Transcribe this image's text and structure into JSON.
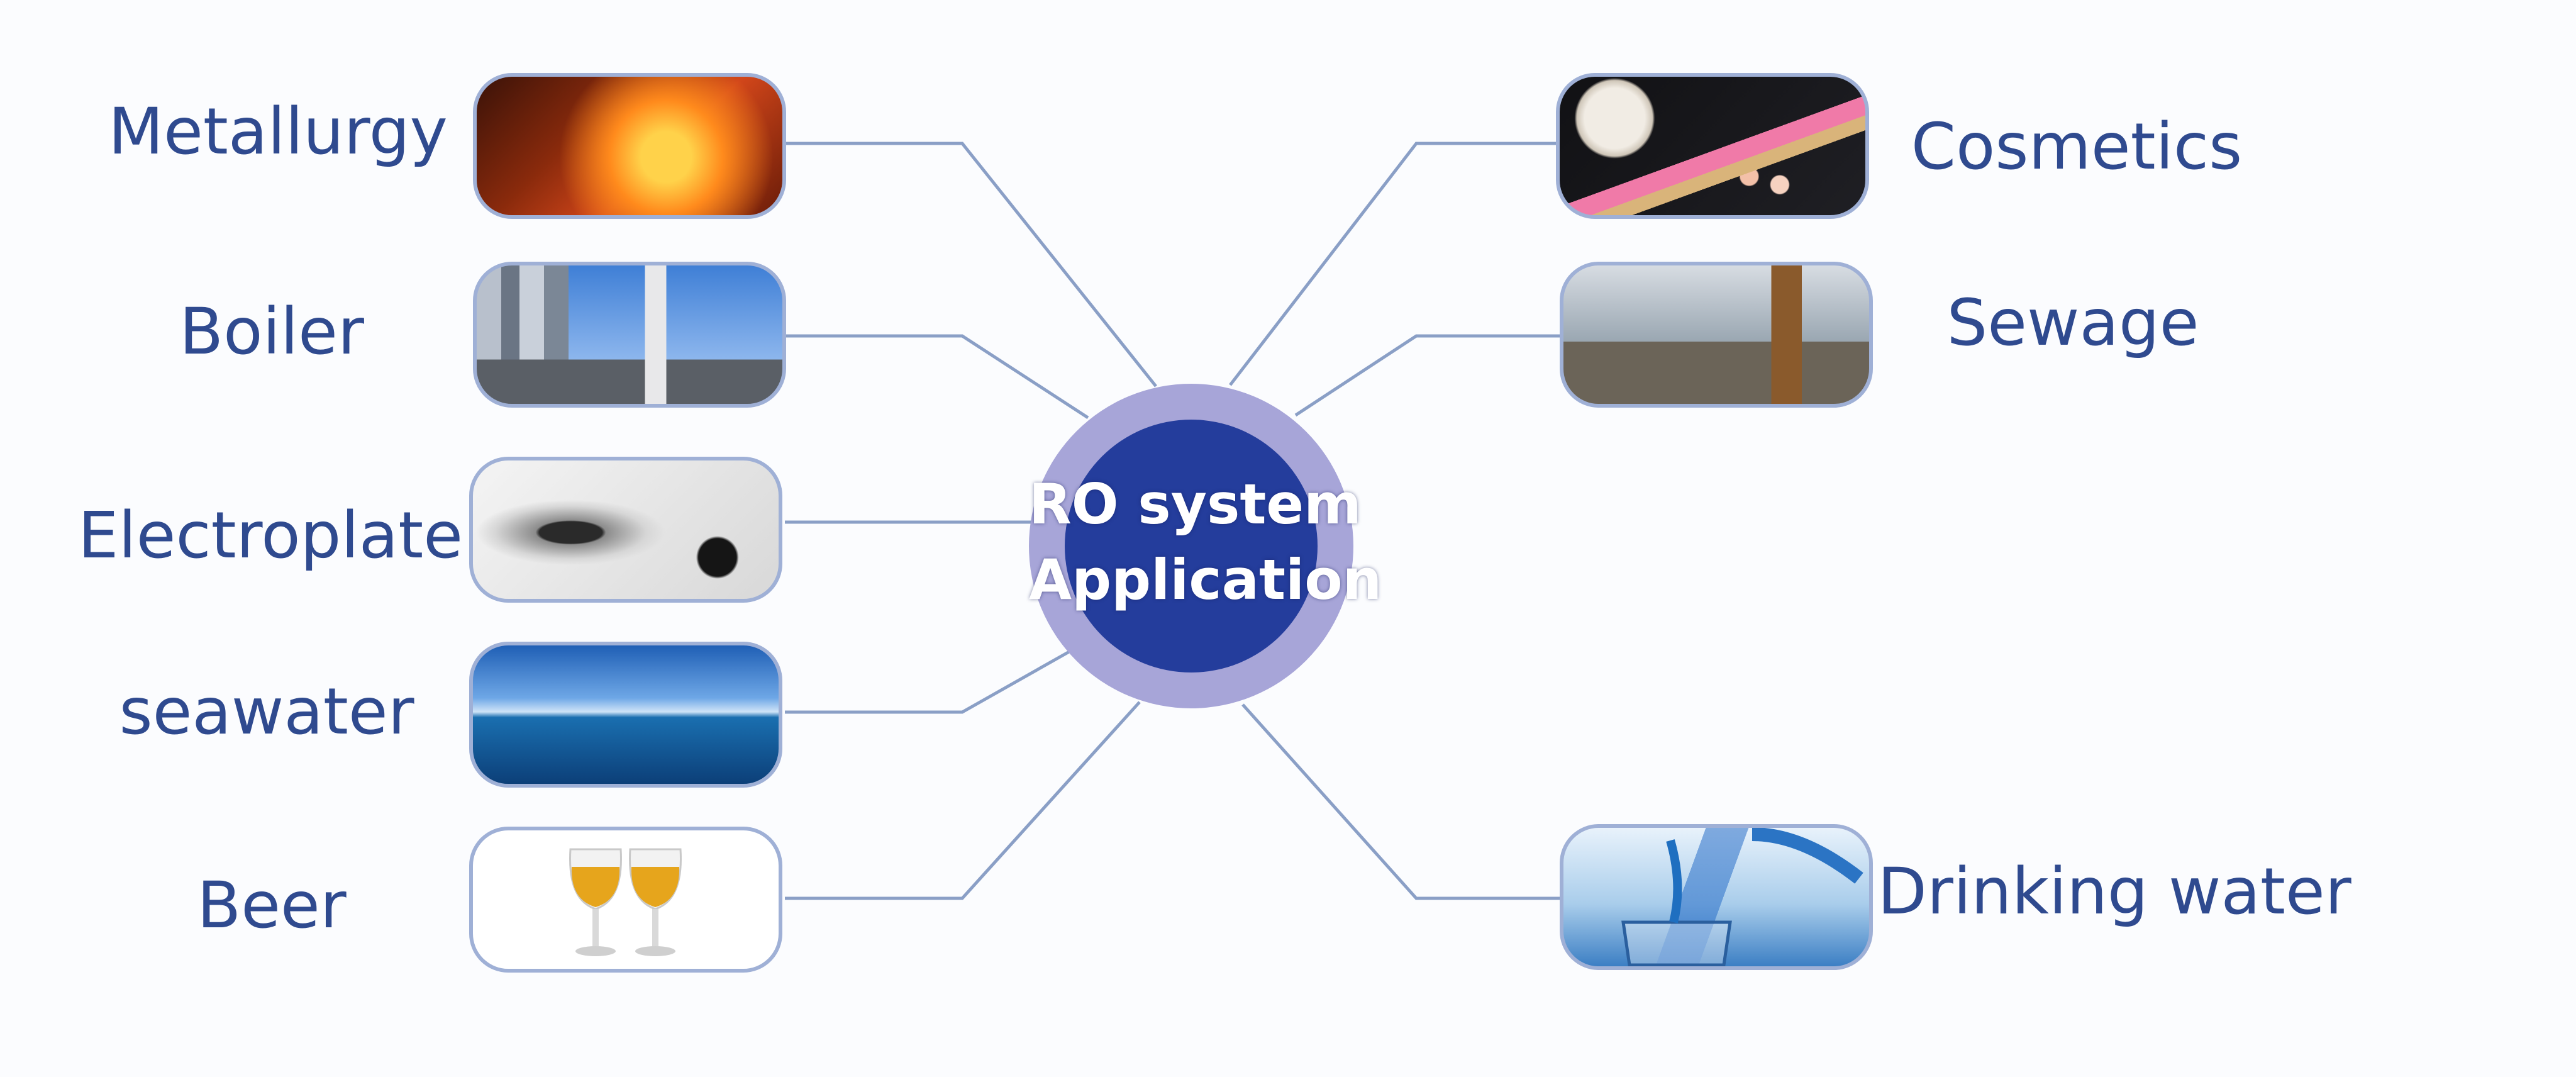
{
  "hub": {
    "line1": "RO system",
    "line2": "Application"
  },
  "left_items": [
    {
      "label": "Metallurgy",
      "image": "metallurgy-furnace-photo"
    },
    {
      "label": "Boiler",
      "image": "industrial-boiler-photo"
    },
    {
      "label": "Electroplate",
      "image": "plated-metal-parts-photo"
    },
    {
      "label": "seawater",
      "image": "ocean-photo"
    },
    {
      "label": "Beer",
      "image": "beer-glasses-photo"
    }
  ],
  "right_items": [
    {
      "label": "Cosmetics",
      "image": "cosmetics-photo"
    },
    {
      "label": "Sewage",
      "image": "polluted-shore-photo"
    },
    {
      "label": "Drinking water",
      "image": "pouring-water-photo"
    }
  ],
  "colors": {
    "label_text": "#2f4a8f",
    "hub_outer": "#a7a5d8",
    "hub_inner": "#243d9c",
    "connector": "#8a9fc6",
    "card_border": "#9fb0d6"
  }
}
